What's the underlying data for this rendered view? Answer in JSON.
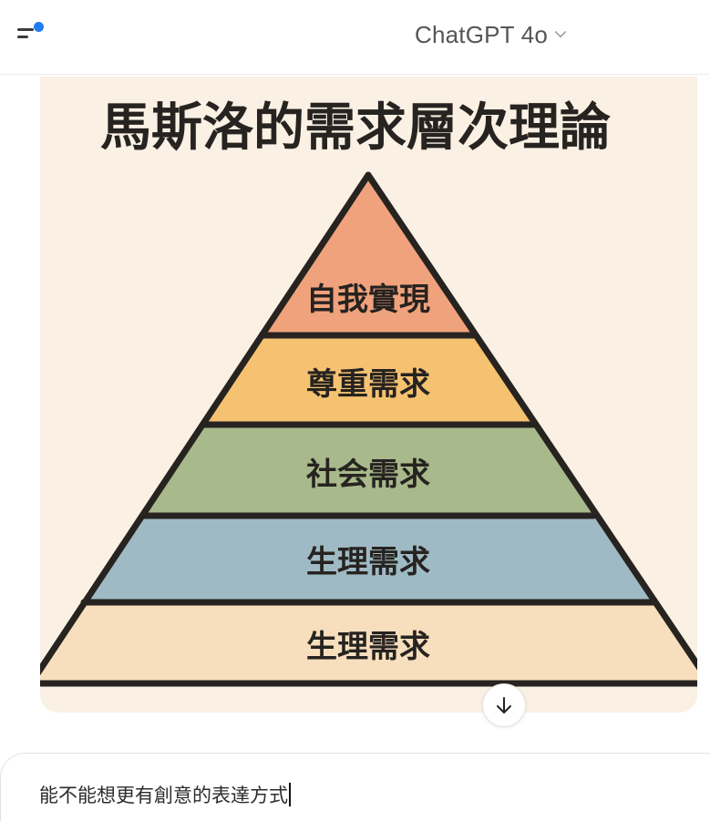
{
  "header": {
    "model_name": "ChatGPT 4o",
    "menu_icon": "sidebar-menu-icon",
    "notification_color": "#1f7ef0"
  },
  "image": {
    "title": "馬斯洛的需求層次理論",
    "levels": [
      {
        "label": "自我實現",
        "color": "#f0a27c"
      },
      {
        "label": "尊重需求",
        "color": "#f5c271"
      },
      {
        "label": "社会需求",
        "color": "#a8b98b"
      },
      {
        "label": "生理需求",
        "color": "#9fbac4"
      },
      {
        "label": "生理需求",
        "color": "#f7dfbd"
      }
    ],
    "background": "#faf1e4"
  },
  "scroll_button": {
    "icon": "arrow-down-icon"
  },
  "composer": {
    "text": "能不能想更有創意的表達方式"
  }
}
